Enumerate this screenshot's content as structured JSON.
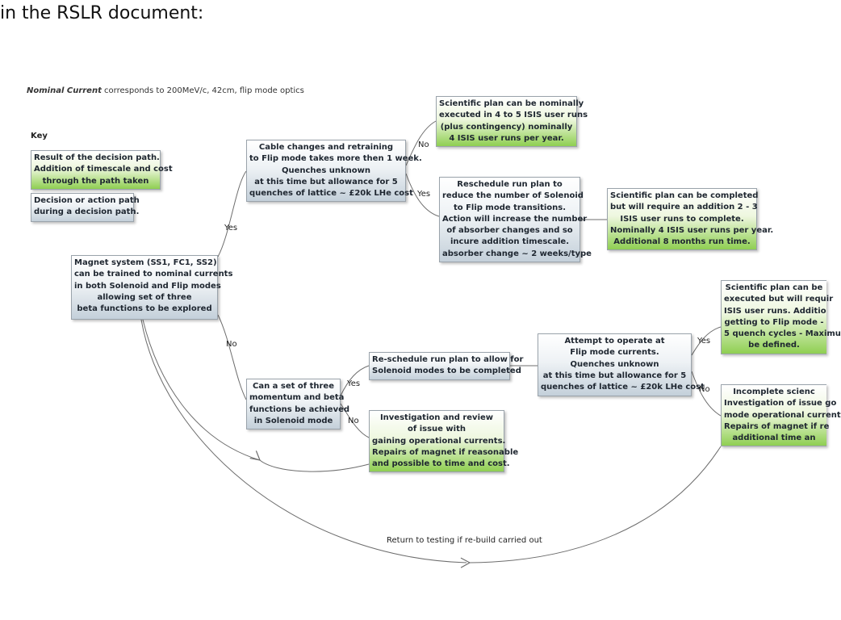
{
  "heading": "in the RSLR document:",
  "nominal": {
    "bold": "Nominal Current",
    "rest": " corresponds to 200MeV/c, 42cm, flip mode optics"
  },
  "key": {
    "title": "Key",
    "result_box": [
      "Result of the decision path.",
      "Addition of timescale and cost",
      "through the path taken"
    ],
    "decision_box": [
      "Decision or action path",
      "during a decision path."
    ]
  },
  "nodes": {
    "magnet": [
      "Magnet system (SS1, FC1, SS2)",
      "can be trained to nominal currents",
      "in both Solenoid and Flip modes",
      "allowing set of three",
      "beta functions to be explored"
    ],
    "cable": [
      "Cable changes and retraining",
      "to Flip mode takes more then 1 week.",
      "Quenches unknown",
      "at this time but allowance for 5",
      "quenches of lattice ~ £20k LHe cost"
    ],
    "sci_nominal": [
      "Scientific plan can be nominally",
      "executed in 4 to 5 ISIS user runs",
      "(plus contingency) nominally",
      "4 ISIS user runs per year."
    ],
    "reschedule_flip": [
      "Reschedule run plan to",
      "reduce the number of Solenoid",
      "to Flip mode transitions.",
      "Action will increase the number",
      "of absorber changes and so",
      "incure addition timescale.",
      "absorber change ~ 2 weeks/type"
    ],
    "sci_completed": [
      "Scientific plan can be completed",
      "but will require an addition 2 - 3",
      "ISIS user runs to complete.",
      "Nominally 4 ISIS user runs per year.",
      "Additional 8 months run time."
    ],
    "three_momentum": [
      "Can a set of three",
      "momentum and beta",
      "functions be achieved",
      "in Solenoid mode"
    ],
    "reschedule_solenoid": [
      "Re-schedule run plan to allow for",
      "Solenoid modes to be completed"
    ],
    "investigation": [
      "Investigation and review",
      "of issue with",
      "gaining operational currents.",
      "Repairs of magnet if reasonable",
      "and possible to time and cost."
    ],
    "attempt": [
      "Attempt to operate at",
      "Flip mode currents.",
      "Quenches unknown",
      "at this time but allowance for 5",
      "quenches of lattice ~ £20k LHe cost"
    ],
    "sci_partial": [
      "Scientific plan can be",
      "executed but will requir",
      "ISIS user runs. Additio",
      "getting to Flip mode -",
      "5 quench cycles - Maximu",
      "be defined."
    ],
    "incomplete": [
      "Incomplete scienc",
      "Investigation of issue go",
      "mode operational current",
      "Repairs of magnet if re",
      "additional time an"
    ]
  },
  "edge_labels": {
    "magnet_yes": "Yes",
    "magnet_no": "No",
    "cable_no": "No",
    "cable_yes": "Yes",
    "three_yes": "Yes",
    "three_no": "No",
    "attempt_yes": "Yes",
    "attempt_no": "No",
    "return": "Return to testing if re-build carried out"
  },
  "colors": {
    "result_green": "#8fcf52",
    "decision_gray": "#c4d0da",
    "connector": "#6d6d6d"
  }
}
